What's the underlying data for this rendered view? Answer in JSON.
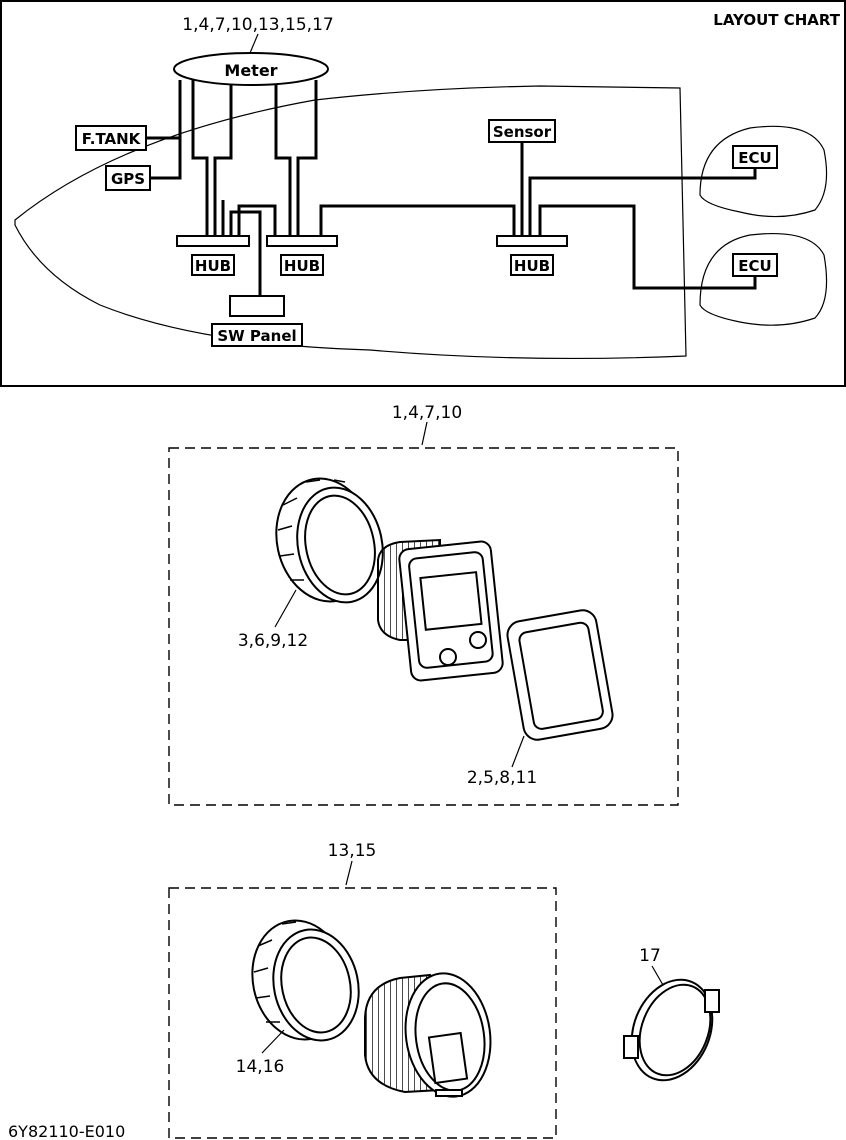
{
  "layout_chart": {
    "title": "LAYOUT CHART",
    "meter_refs": "1,4,7,10,13,15,17",
    "meter": "Meter",
    "fuel_tank": "F.TANK",
    "gps": "GPS",
    "sensor": "Sensor",
    "ecu_upper": "ECU",
    "ecu_lower": "ECU",
    "hub_left": "HUB",
    "hub_middle": "HUB",
    "hub_right": "HUB",
    "sw_panel": "SW Panel"
  },
  "assembly_square": {
    "group_label": "1,4,7,10",
    "ring_nut_label": "3,6,9,12",
    "bezel_label": "2,5,8,11"
  },
  "assembly_round": {
    "group_label": "13,15",
    "ring_nut_label": "14,16"
  },
  "clip": {
    "label": "17"
  },
  "drawing_code": "6Y82110-E010"
}
